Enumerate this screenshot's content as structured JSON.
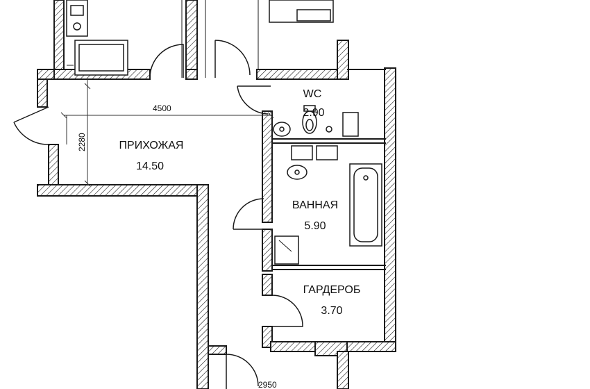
{
  "rooms": {
    "wc": {
      "name": "WC",
      "area": "2.90"
    },
    "hallway": {
      "name": "ПРИХОЖАЯ",
      "area": "14.50"
    },
    "bathroom": {
      "name": "ВАННАЯ",
      "area": "5.90"
    },
    "wardrobe": {
      "name": "ГАРДЕРОБ",
      "area": "3.70"
    }
  },
  "dimensions": {
    "hall_length": "4500",
    "hall_width": "2280",
    "bottom_partial": "2950"
  }
}
